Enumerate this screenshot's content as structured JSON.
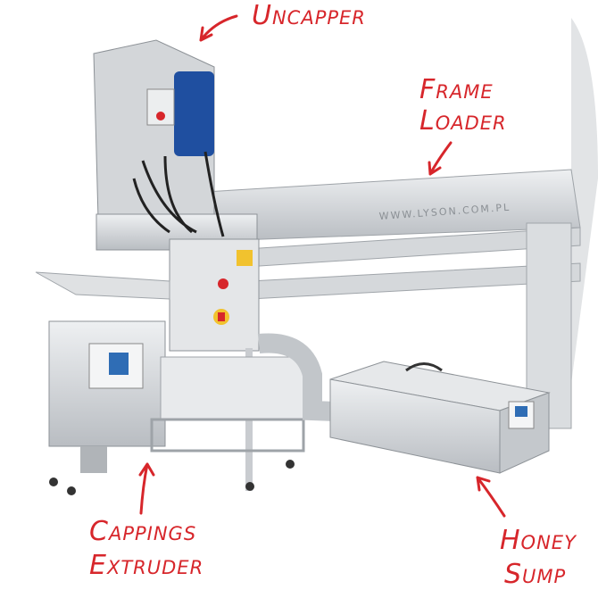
{
  "labels": {
    "uncapper": "Uncapper",
    "frame_loader_line1": "Frame",
    "frame_loader_line2": "Loader",
    "cappings_extruder_line1": "Cappings",
    "cappings_extruder_line2": "Extruder",
    "honey_sump_line1": "Honey",
    "honey_sump_line2": "Sump"
  },
  "machine_text": {
    "website": "WWW.LYSON.COM.PL"
  },
  "colors": {
    "annotation": "#d7262b",
    "steel": "#c9ccd0",
    "motor_blue": "#1f4fa0",
    "panel": "#e4e6e8"
  }
}
